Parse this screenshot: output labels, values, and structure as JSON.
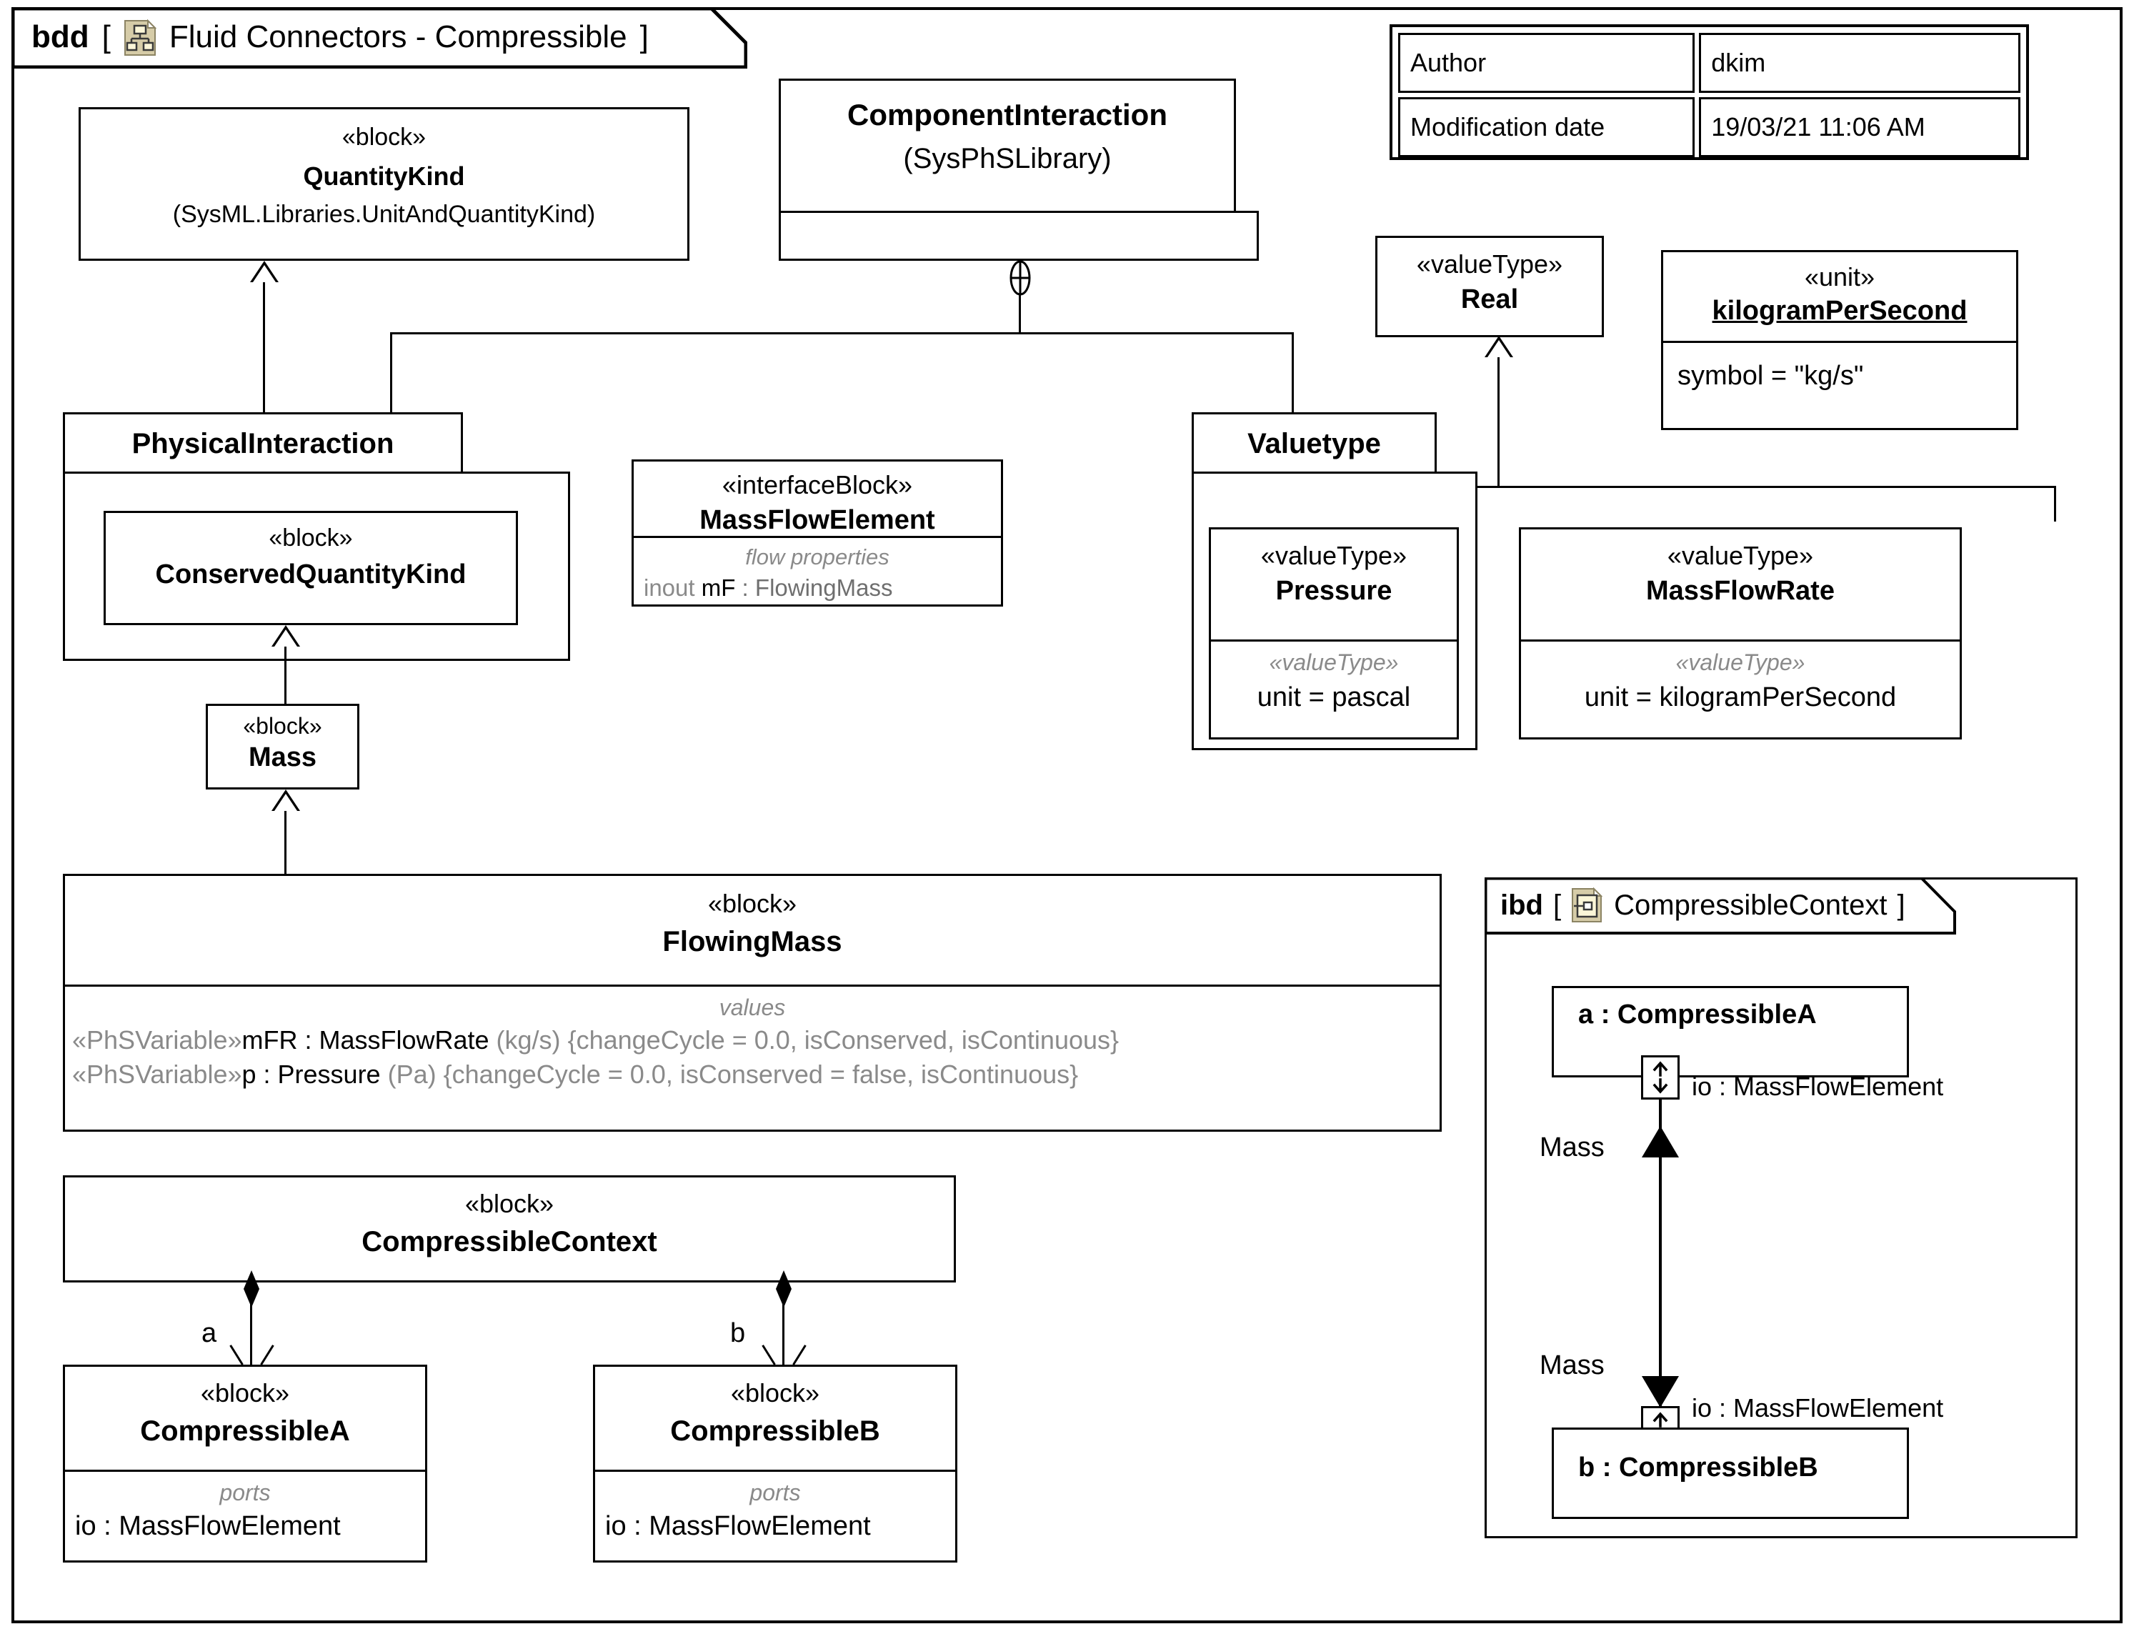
{
  "bdd_frame": {
    "kind": "bdd",
    "bracket_open": "[",
    "bracket_close": "]",
    "name": "Fluid Connectors - Compressible",
    "icon": "bdd-diagram-icon"
  },
  "meta_table": {
    "rows": [
      {
        "label": "Author",
        "value": "dkim"
      },
      {
        "label": "Modification date",
        "value": "19/03/21 11:06 AM"
      }
    ]
  },
  "blocks": {
    "quantity_kind": {
      "stereotype": "«block»",
      "name": "QuantityKind",
      "qualifier": "(SysML.Libraries.UnitAndQuantityKind)"
    },
    "component_interaction": {
      "name": "ComponentInteraction",
      "qualifier": "(SysPhSLibrary)"
    },
    "physical_interaction_pkg": {
      "name": "PhysicalInteraction"
    },
    "conserved_quantity_kind": {
      "stereotype": "«block»",
      "name": "ConservedQuantityKind"
    },
    "mass": {
      "stereotype": "«block»",
      "name": "Mass"
    },
    "mass_flow_element": {
      "stereotype": "«interfaceBlock»",
      "name": "MassFlowElement",
      "compartment_title": "flow properties",
      "properties": [
        {
          "direction": "inout",
          "name": "mF",
          "sep": " : ",
          "type": "FlowingMass"
        }
      ]
    },
    "real": {
      "stereotype": "«valueType»",
      "name": "Real"
    },
    "valuetype_pkg": {
      "name": "Valuetype"
    },
    "pressure": {
      "stereotype": "«valueType»",
      "name": "Pressure",
      "compartment_title": "«valueType»",
      "value": "unit = pascal"
    },
    "mass_flow_rate": {
      "stereotype": "«valueType»",
      "name": "MassFlowRate",
      "compartment_title": "«valueType»",
      "value": "unit = kilogramPerSecond"
    },
    "kilogram_per_second": {
      "stereotype": "«unit»",
      "name": "kilogramPerSecond",
      "value": "symbol = \"kg/s\""
    },
    "flowing_mass": {
      "stereotype": "«block»",
      "name": "FlowingMass",
      "compartment_title": "values",
      "values": [
        {
          "stereotype": "«PhSVariable»",
          "core": "mFR : MassFlowRate",
          "unit": " (kg/s)",
          "constraints": " {changeCycle = 0.0, isConserved, isContinuous}"
        },
        {
          "stereotype": "«PhSVariable»",
          "core": "p : Pressure",
          "unit": " (Pa)",
          "constraints": " {changeCycle = 0.0, isConserved = false, isContinuous}"
        }
      ]
    },
    "compressible_context": {
      "stereotype": "«block»",
      "name": "CompressibleContext"
    },
    "compressible_a": {
      "stereotype": "«block»",
      "name": "CompressibleA",
      "compartment_title": "ports",
      "ports": [
        "io : MassFlowElement"
      ]
    },
    "compressible_b": {
      "stereotype": "«block»",
      "name": "CompressibleB",
      "compartment_title": "ports",
      "ports": [
        "io : MassFlowElement"
      ]
    }
  },
  "associations": {
    "part_a_role": "a",
    "part_b_role": "b"
  },
  "ibd_frame": {
    "kind": "ibd",
    "bracket_open": "[",
    "bracket_close": "]",
    "name": "CompressibleContext",
    "icon": "ibd-diagram-icon",
    "parts": [
      {
        "label": "a : CompressibleA",
        "port_label": "io : MassFlowElement"
      },
      {
        "label": "b : CompressibleB",
        "port_label": "io : MassFlowElement"
      }
    ],
    "flow_labels": [
      "Mass",
      "Mass"
    ]
  },
  "colors": {
    "line": "#000000",
    "page_icon_fill": "#d6ccA8",
    "page_icon_inner": "#fbf6d8",
    "muted_text": "#8a8a8a",
    "background": "#ffffff"
  }
}
